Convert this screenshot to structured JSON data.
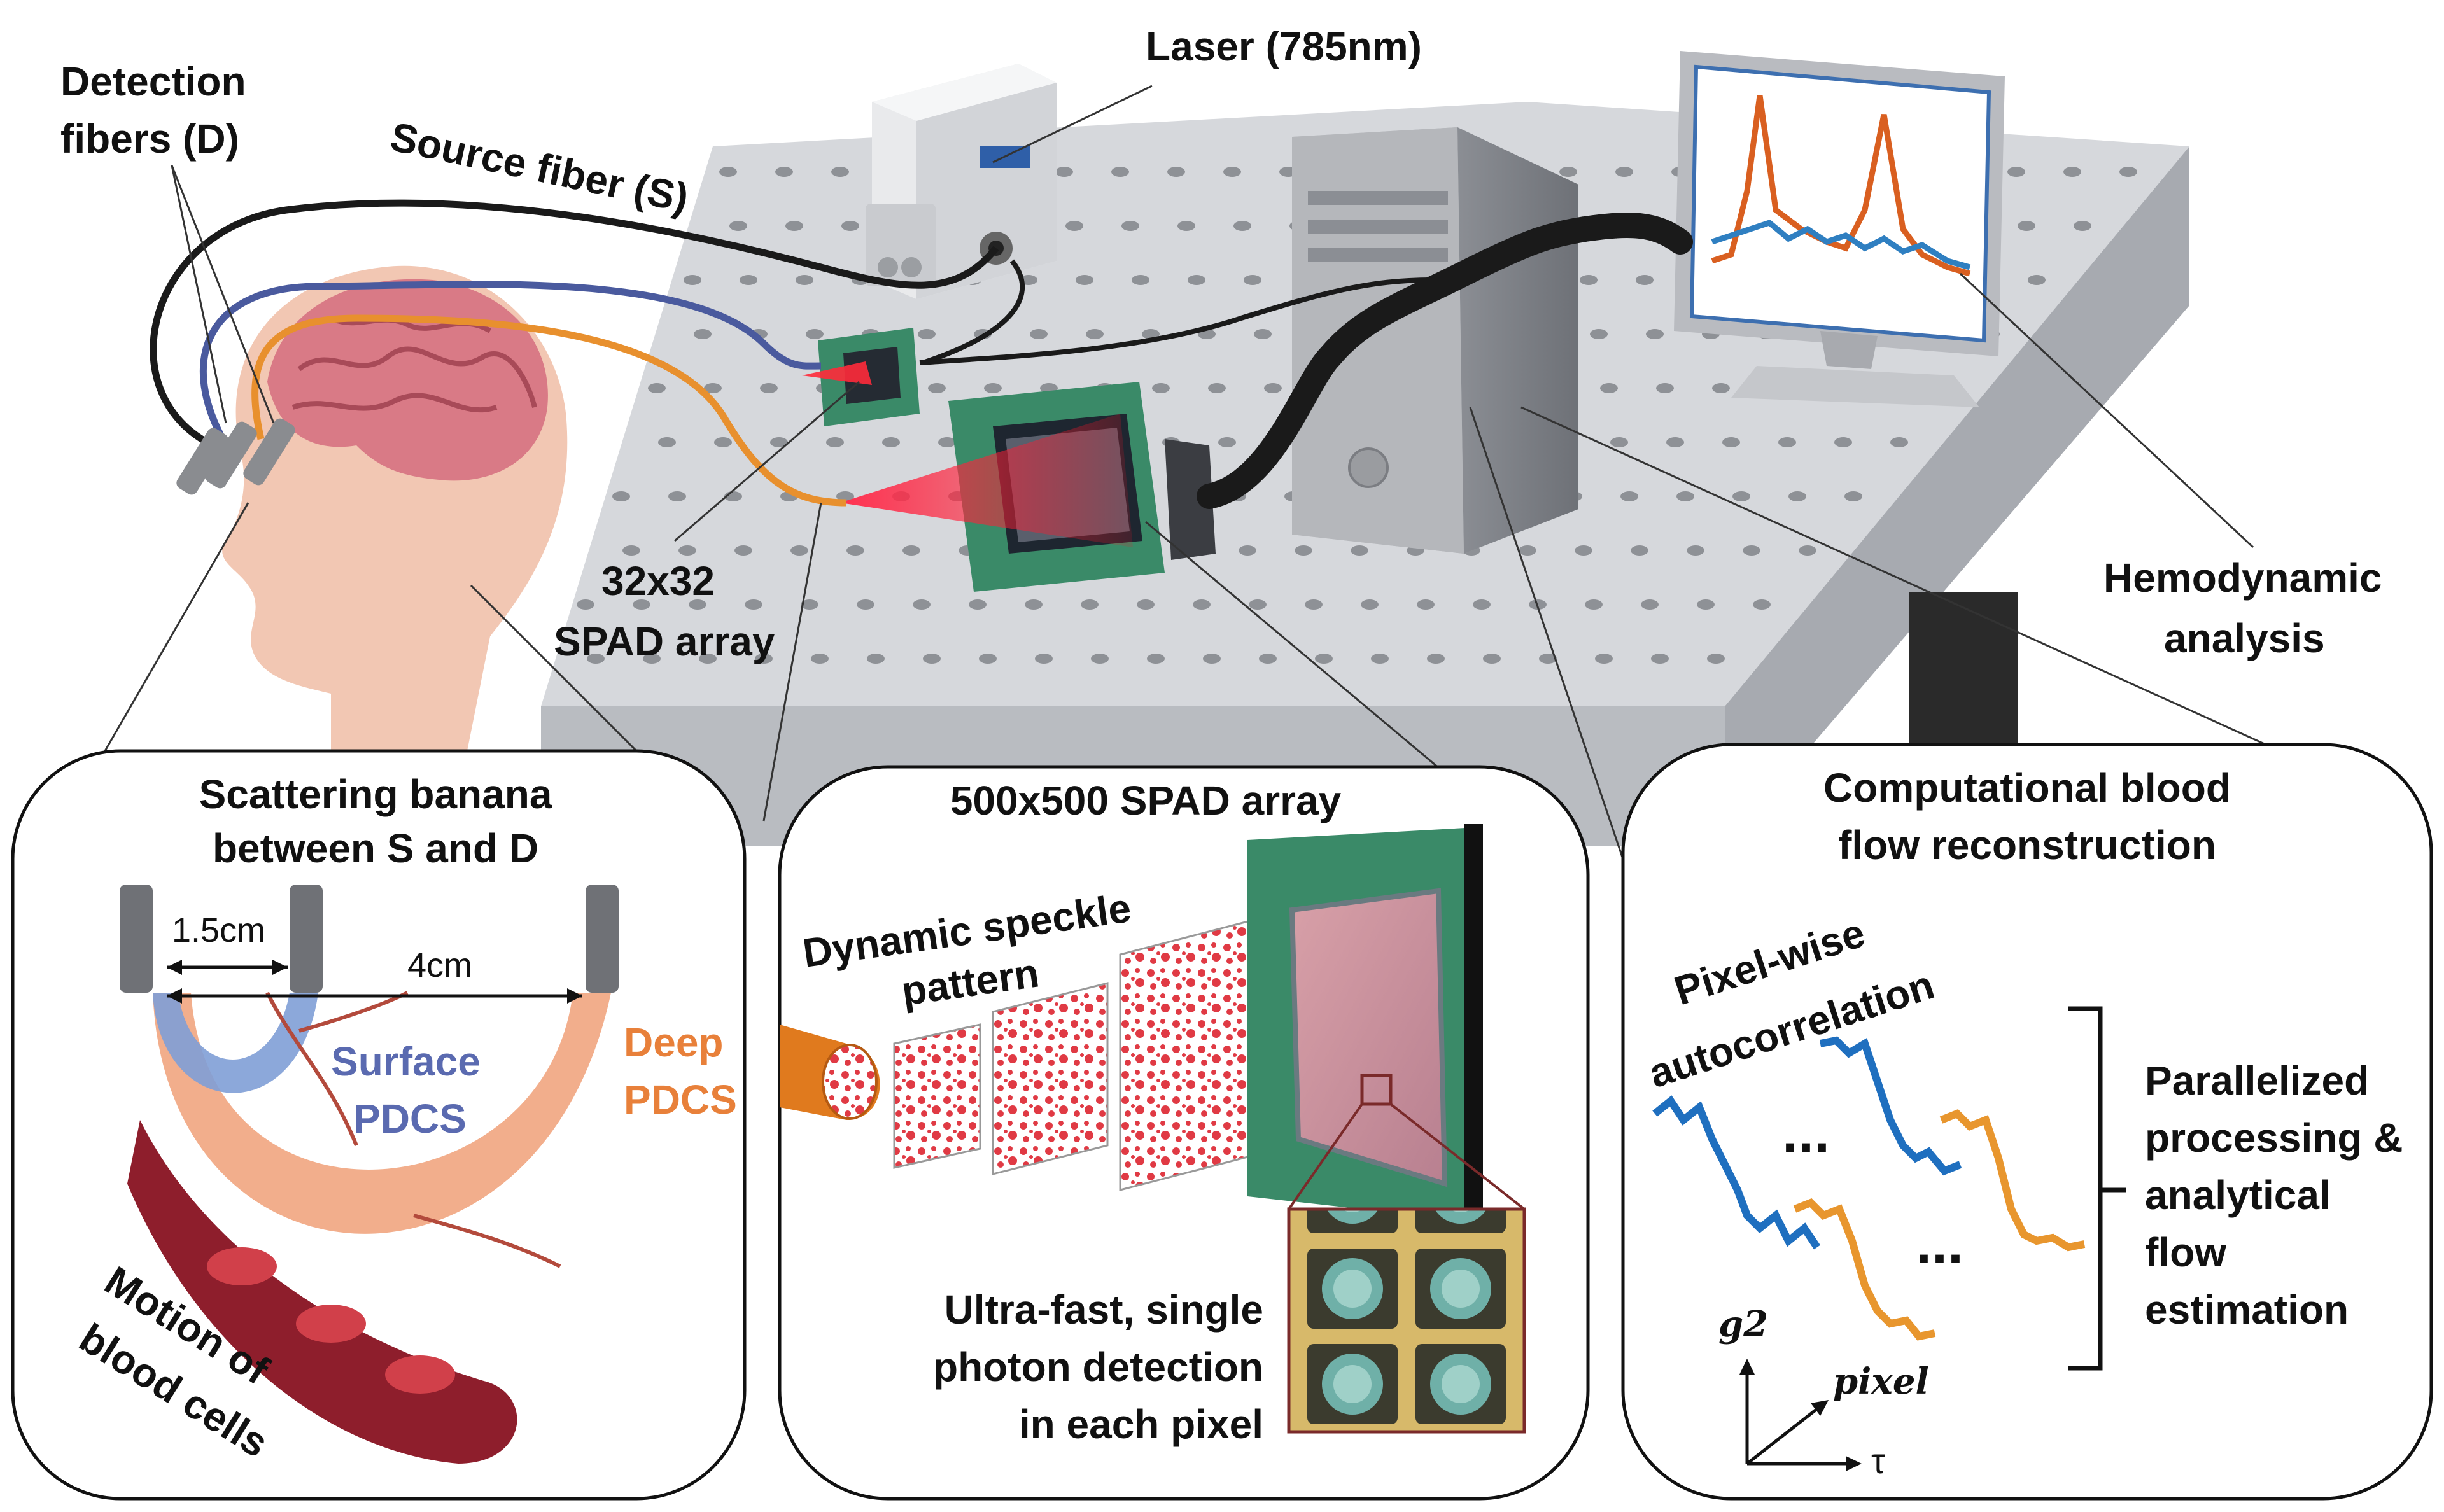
{
  "labels": {
    "detection_fibers_line1": "Detection",
    "detection_fibers_line2": "fibers (D)",
    "source_fiber": "Source fiber (S)",
    "laser": "Laser (785nm)",
    "spad32_line1": "32x32",
    "spad32_line2": "SPAD array",
    "hemodynamic_line1": "Hemodynamic",
    "hemodynamic_line2": "analysis"
  },
  "panels": {
    "left": {
      "title_line1": "Scattering banana",
      "title_line2": "between S and D",
      "dist_short": "1.5cm",
      "dist_long": "4cm",
      "surface_line1": "Surface",
      "surface_line2": "PDCS",
      "deep_line1": "Deep",
      "deep_line2": "PDCS",
      "motion_line1": "Motion of",
      "motion_line2": "blood cells"
    },
    "middle": {
      "title": "500x500 SPAD array",
      "speckle_line1": "Dynamic speckle",
      "speckle_line2": "pattern",
      "detect_line1": "Ultra-fast, single",
      "detect_line2": "photon detection",
      "detect_line3": "in each pixel"
    },
    "right": {
      "title_line1": "Computational blood",
      "title_line2": "flow reconstruction",
      "autocorr_line1": "Pixel-wise",
      "autocorr_line2": "autocorrelation",
      "ellipsis": "...",
      "parallel_line1": "Parallelized",
      "parallel_line2": "processing &",
      "parallel_line3": "analytical",
      "parallel_line4": "flow",
      "parallel_line5": "estimation",
      "axis_g2": "g2",
      "axis_pixel": "pixel",
      "axis_tau": "τ"
    }
  },
  "colors": {
    "source_fiber": "#1a1a1a",
    "surface_fiber": "#4a5a9e",
    "deep_fiber": "#e8902e",
    "surface_region": "#7f9fd6",
    "deep_region": "#f0a078",
    "table_top": "#d6d8dc",
    "table_side": "#a7aab0",
    "pcb": "#3a8a68",
    "laser_beam": "#ff2a3a",
    "monitor_trace_1": "#d95f20",
    "monitor_trace_2": "#2f7fc1",
    "curve_blue": "#1f6fbf",
    "curve_orange": "#e8962e"
  }
}
